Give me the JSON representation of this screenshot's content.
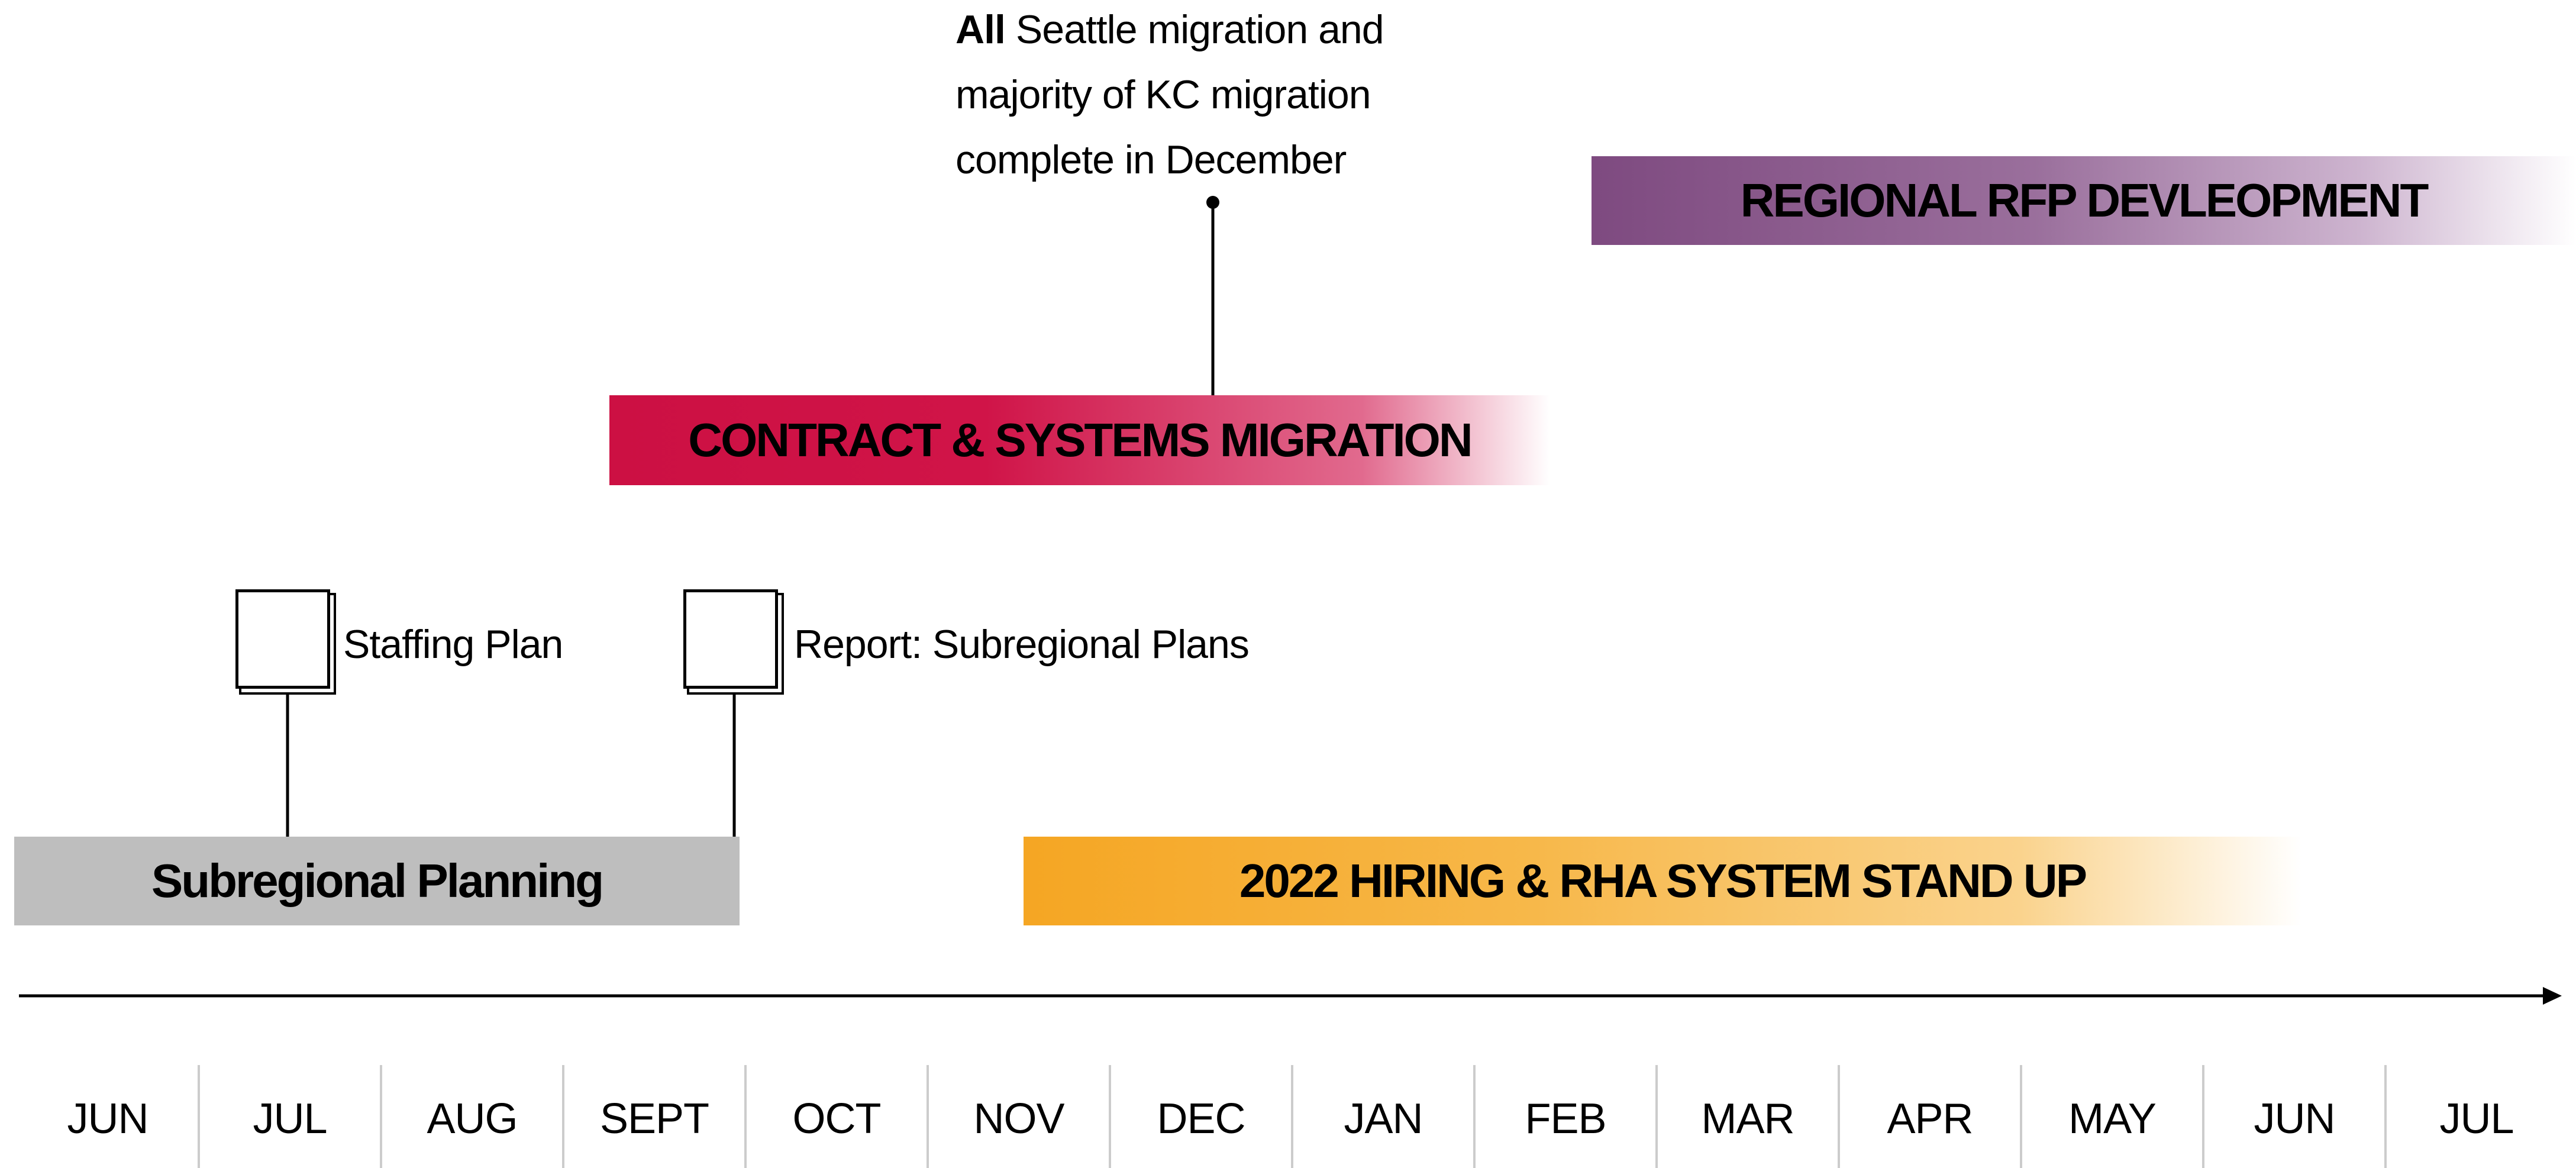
{
  "bars": {
    "rfp": "REGIONAL RFP DEVLEOPMENT",
    "migration": "CONTRACT & SYSTEMS MIGRATION",
    "subregional": "Subregional Planning",
    "hiring": "2022 HIRING & RHA SYSTEM STAND UP"
  },
  "annotation": {
    "bold": "All",
    "line1": "Seattle migration and",
    "line2": "majority of KC migration",
    "line3": "complete in December"
  },
  "documents": {
    "staffing": "Staffing Plan",
    "report": "Report: Subregional Plans"
  },
  "months": [
    "JUN",
    "JUL",
    "AUG",
    "SEPT",
    "OCT",
    "NOV",
    "DEC",
    "JAN",
    "FEB",
    "MAR",
    "APR",
    "MAY",
    "JUN",
    "JUL"
  ],
  "colors": {
    "rfp": "#7e4a80",
    "migration": "#cc1043",
    "subregional": "#bebebe",
    "hiring": "#f5a623"
  },
  "icons": {
    "document": "document-icon",
    "arrow": "arrow-right-icon"
  }
}
